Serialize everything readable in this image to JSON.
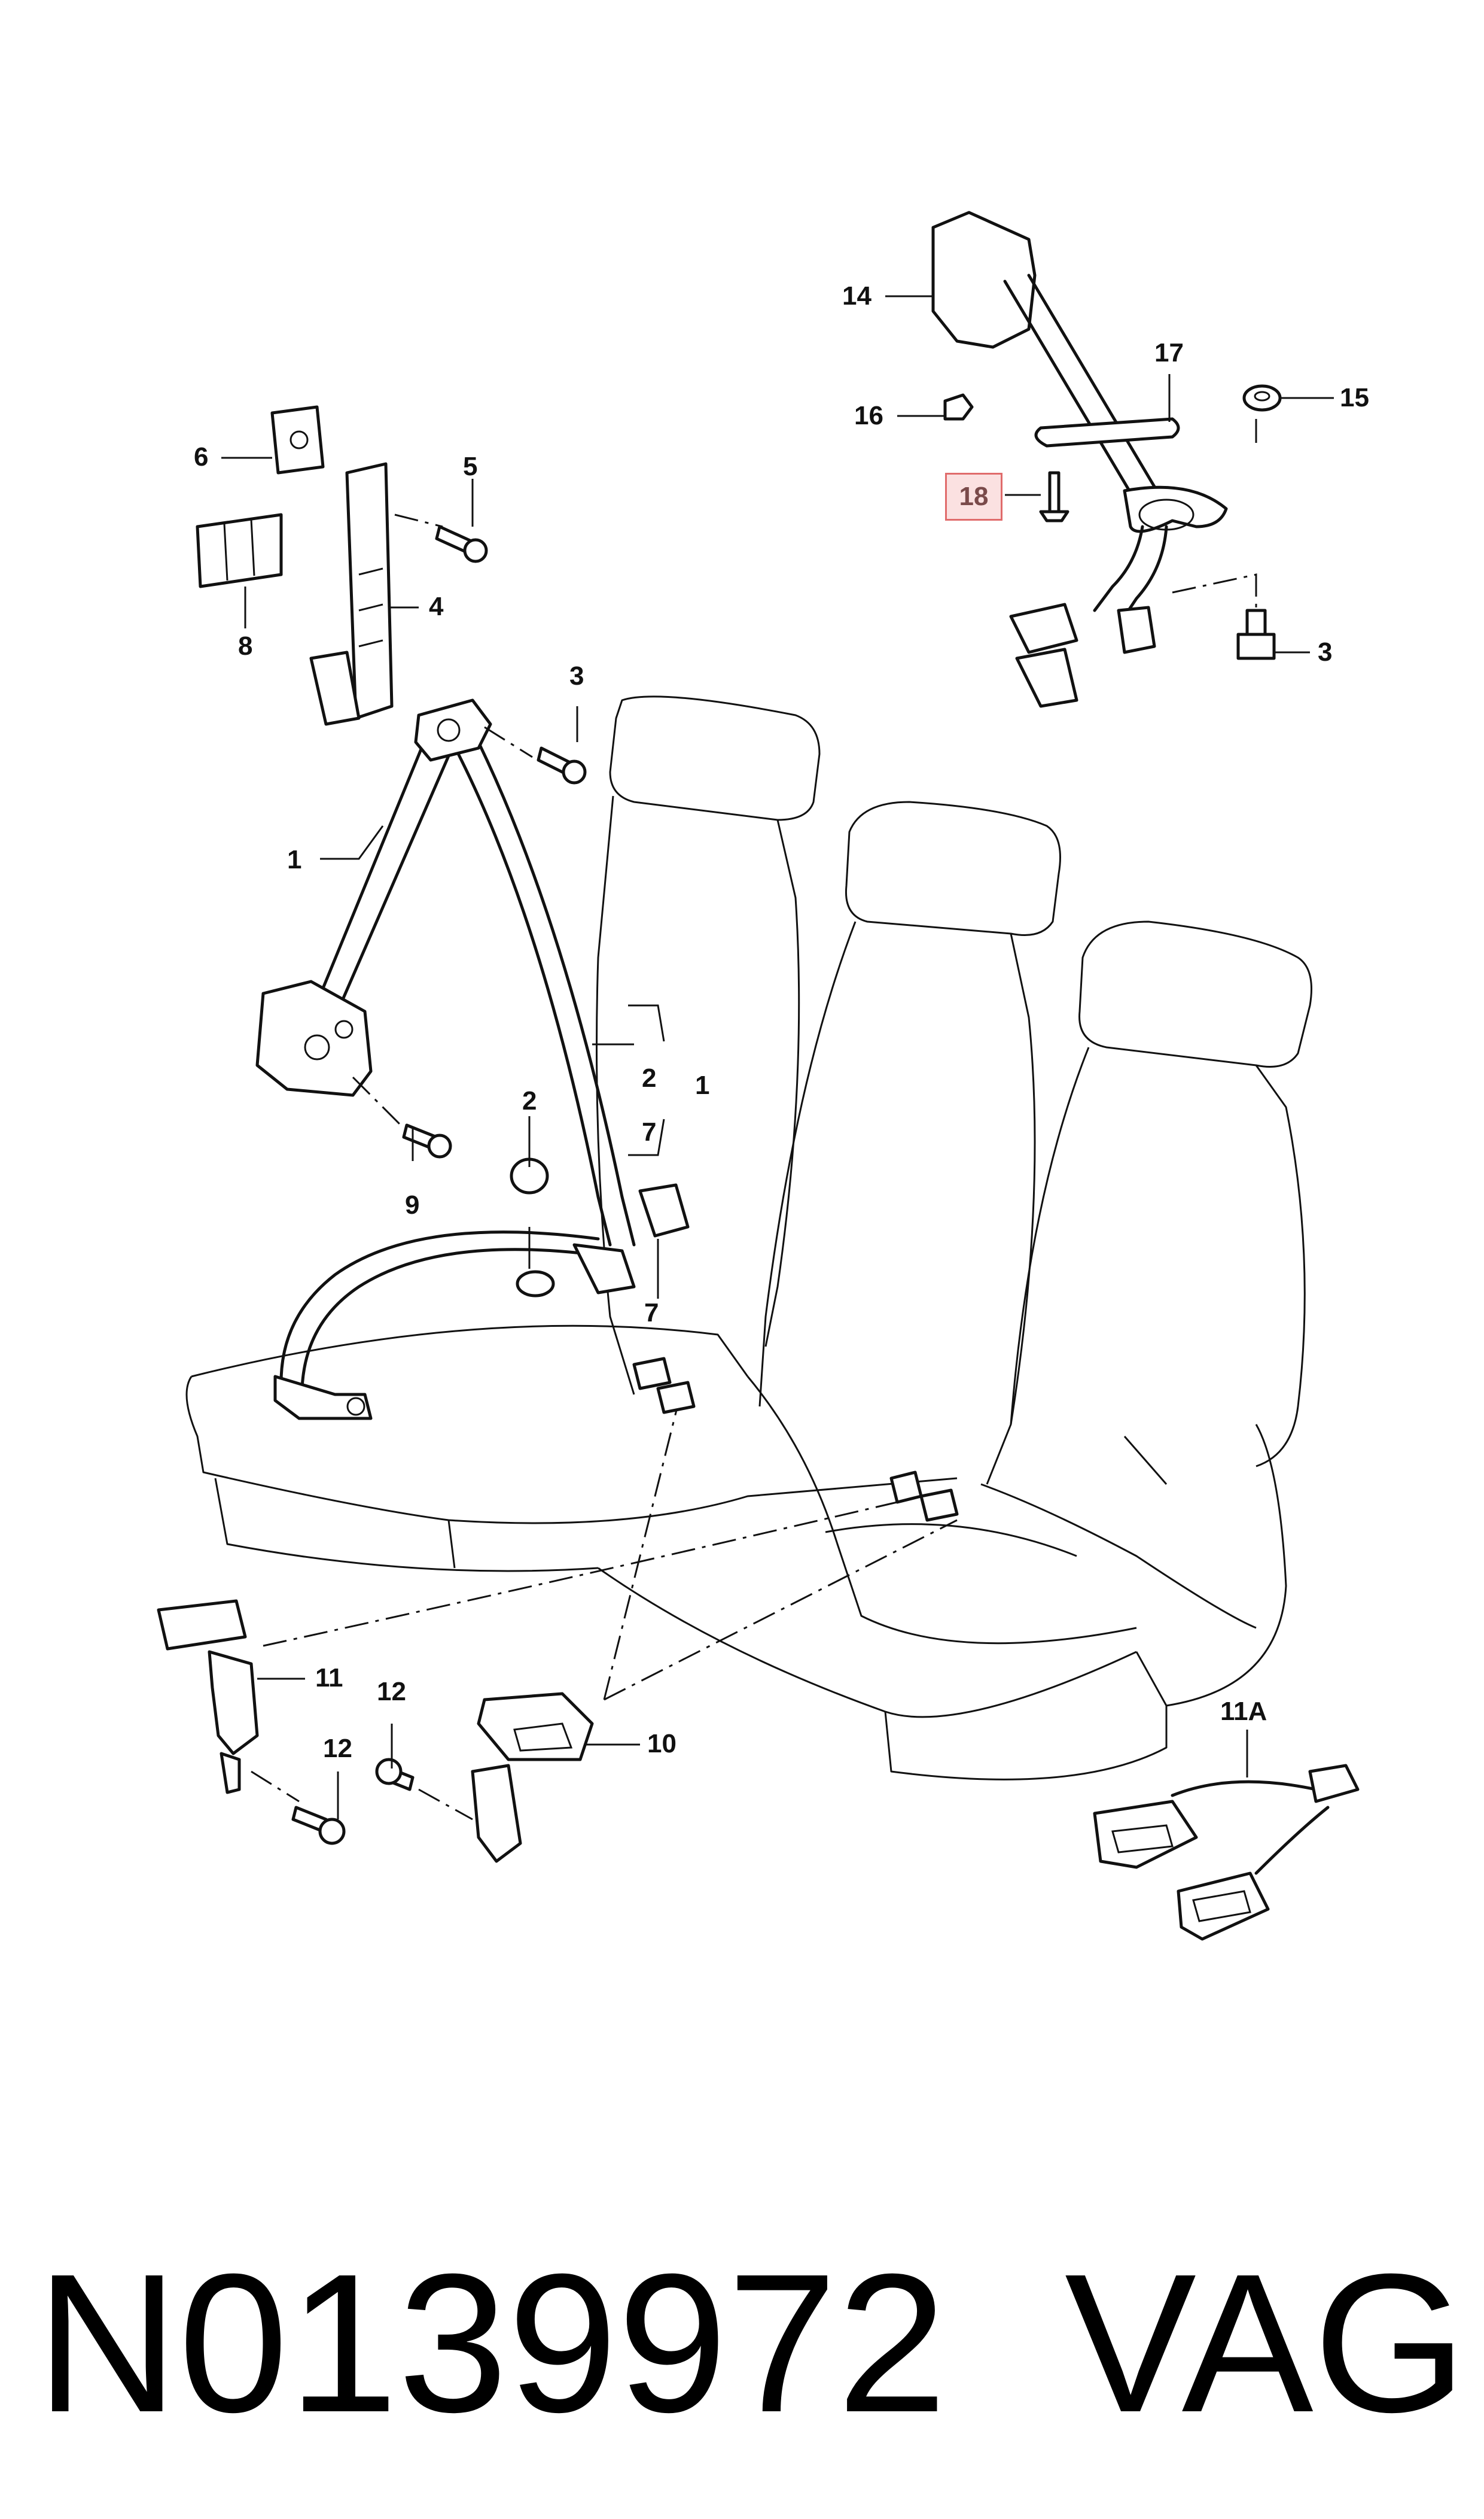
{
  "diagram": {
    "labels": {
      "c1": "1",
      "c1b": "1",
      "c2": "2",
      "c2b": "2",
      "c3": "3",
      "c3b": "3",
      "c4": "4",
      "c5": "5",
      "c6": "6",
      "c7": "7",
      "c7b": "7",
      "c8": "8",
      "c9": "9",
      "c10": "10",
      "c11": "11",
      "c11a": "11A",
      "c12": "12",
      "c12b": "12",
      "c14": "14",
      "c15": "15",
      "c16": "16",
      "c17": "17",
      "c18": "18"
    },
    "highlighted_callout": "18",
    "highlight_colors": {
      "border": "#e06b6b",
      "fill": "#fbe1e1",
      "text": "#7a4a4a"
    }
  },
  "footer": {
    "part_number": "N0139972",
    "brand": "VAG"
  }
}
